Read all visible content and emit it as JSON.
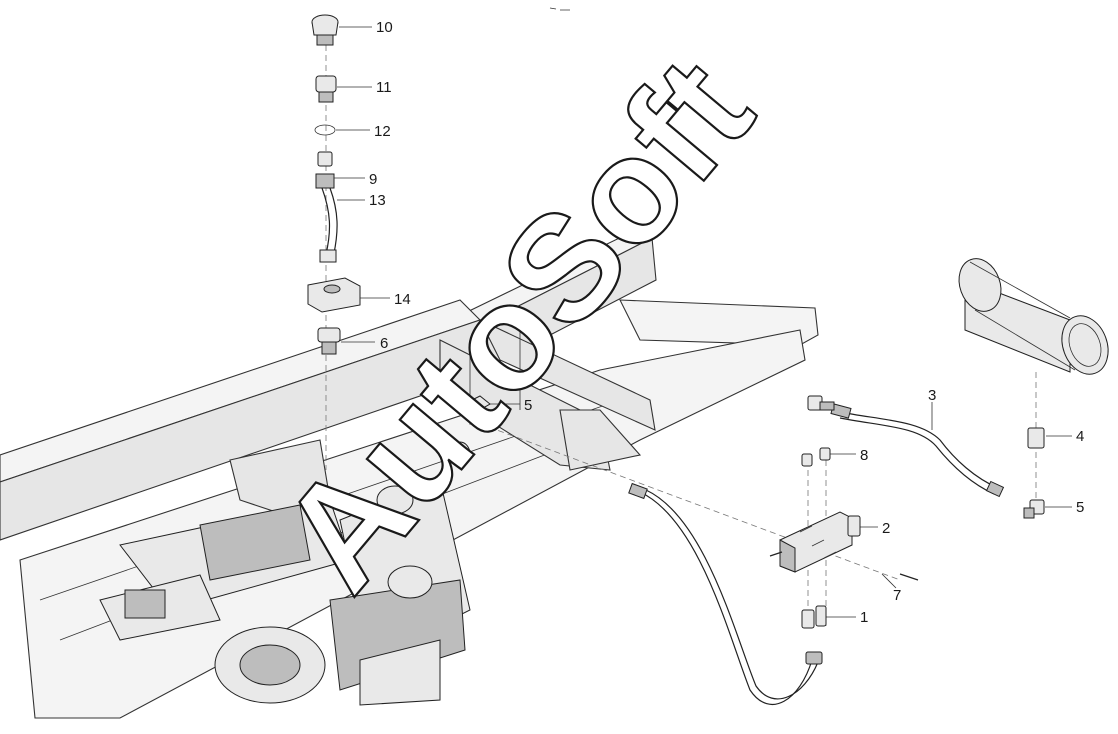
{
  "watermark": "AutoSoft",
  "callouts": [
    {
      "id": "label-10",
      "text": "10"
    },
    {
      "id": "label-11",
      "text": "11"
    },
    {
      "id": "label-12",
      "text": "12"
    },
    {
      "id": "label-9",
      "text": "9"
    },
    {
      "id": "label-13",
      "text": "13"
    },
    {
      "id": "label-14",
      "text": "14"
    },
    {
      "id": "label-6",
      "text": "6"
    },
    {
      "id": "label-5a",
      "text": "5"
    },
    {
      "id": "label-3",
      "text": "3"
    },
    {
      "id": "label-4",
      "text": "4"
    },
    {
      "id": "label-8",
      "text": "8"
    },
    {
      "id": "label-5b",
      "text": "5"
    },
    {
      "id": "label-2",
      "text": "2"
    },
    {
      "id": "label-7",
      "text": "7"
    },
    {
      "id": "label-1",
      "text": "1"
    }
  ]
}
